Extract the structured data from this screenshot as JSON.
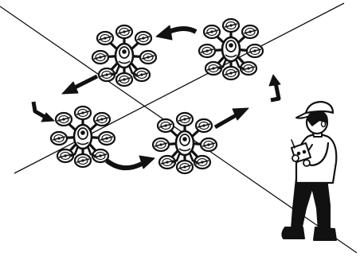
{
  "illustration": {
    "ink_color": "#111111",
    "paper_color": "#ffffff",
    "drone_count": 4,
    "subject": "pilot-with-remote-controller",
    "flight_path": "figure-eight-loop"
  }
}
